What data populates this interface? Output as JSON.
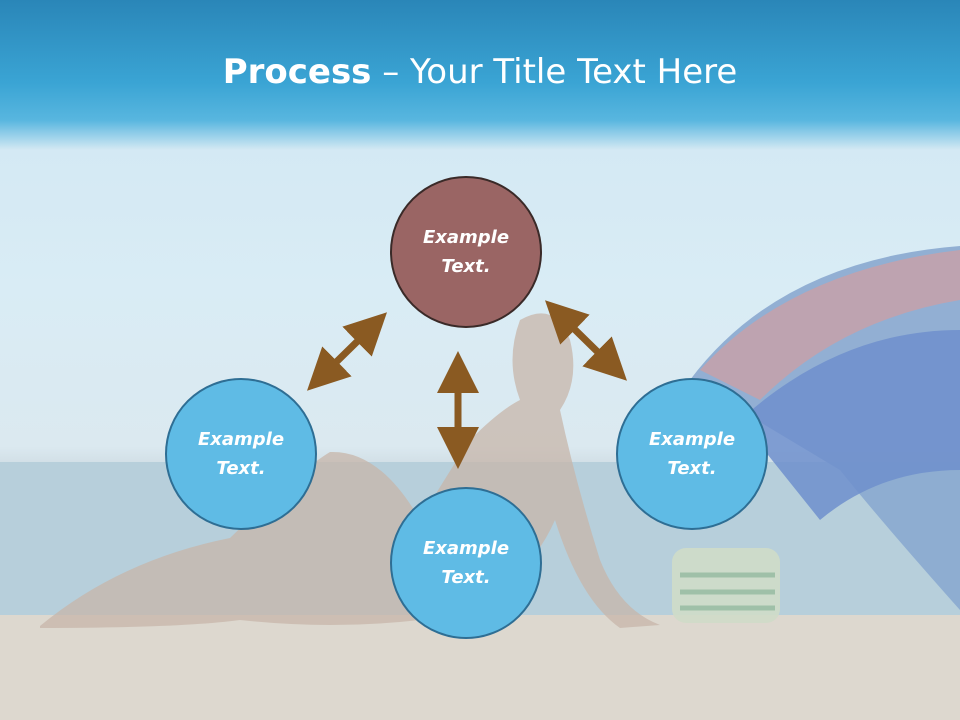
{
  "slide": {
    "title_bold": "Process",
    "title_rest": " – Your Title Text Here"
  },
  "nodes": {
    "top": "Example Text.",
    "left": "Example Text.",
    "right": "Example Text.",
    "bottom": "Example Text."
  },
  "colors": {
    "header": "#3aa4d4",
    "circle_fill": "#5fbbe5",
    "circle_top_fill": "#9a6564",
    "arrow": "#8a5a22"
  }
}
